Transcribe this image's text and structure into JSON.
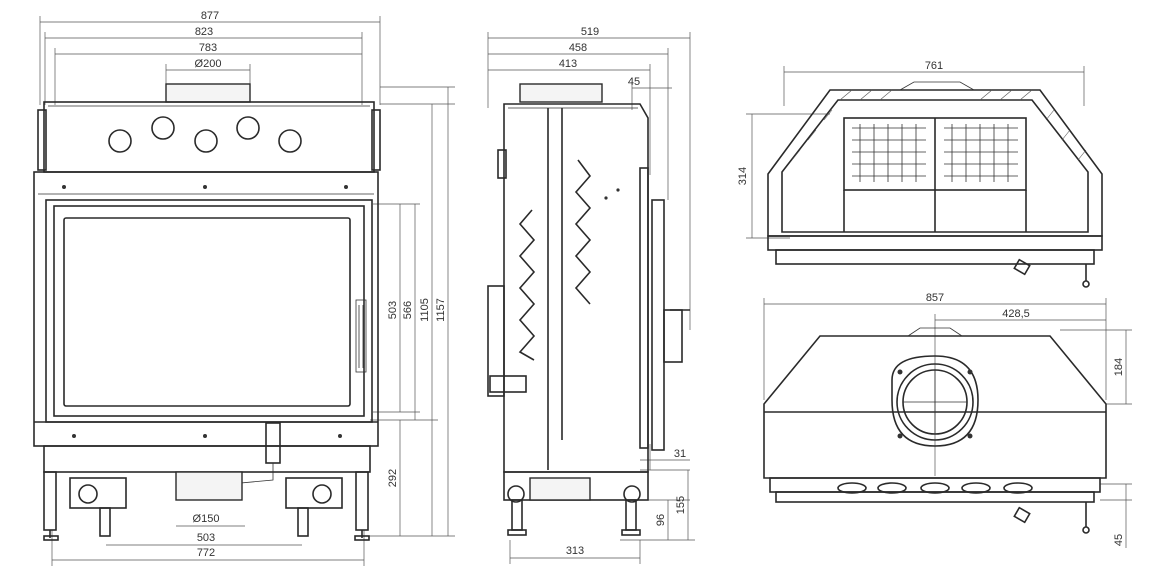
{
  "front_view": {
    "dim_877": "877",
    "dim_823": "823",
    "dim_783": "783",
    "dim_d200": "Ø200",
    "dim_503_h": "503",
    "dim_566": "566",
    "dim_1105": "1105",
    "dim_1157": "1157",
    "dim_292": "292",
    "dim_d150": "Ø150",
    "dim_503_w": "503",
    "dim_772": "772"
  },
  "side_view": {
    "dim_519": "519",
    "dim_458": "458",
    "dim_413": "413",
    "dim_45": "45",
    "dim_31": "31",
    "dim_155": "155",
    "dim_96": "96",
    "dim_313": "313"
  },
  "top_view": {
    "dim_761": "761",
    "dim_314": "314"
  },
  "bottom_view": {
    "dim_857": "857",
    "dim_428_5": "428,5",
    "dim_184": "184",
    "dim_45": "45"
  }
}
